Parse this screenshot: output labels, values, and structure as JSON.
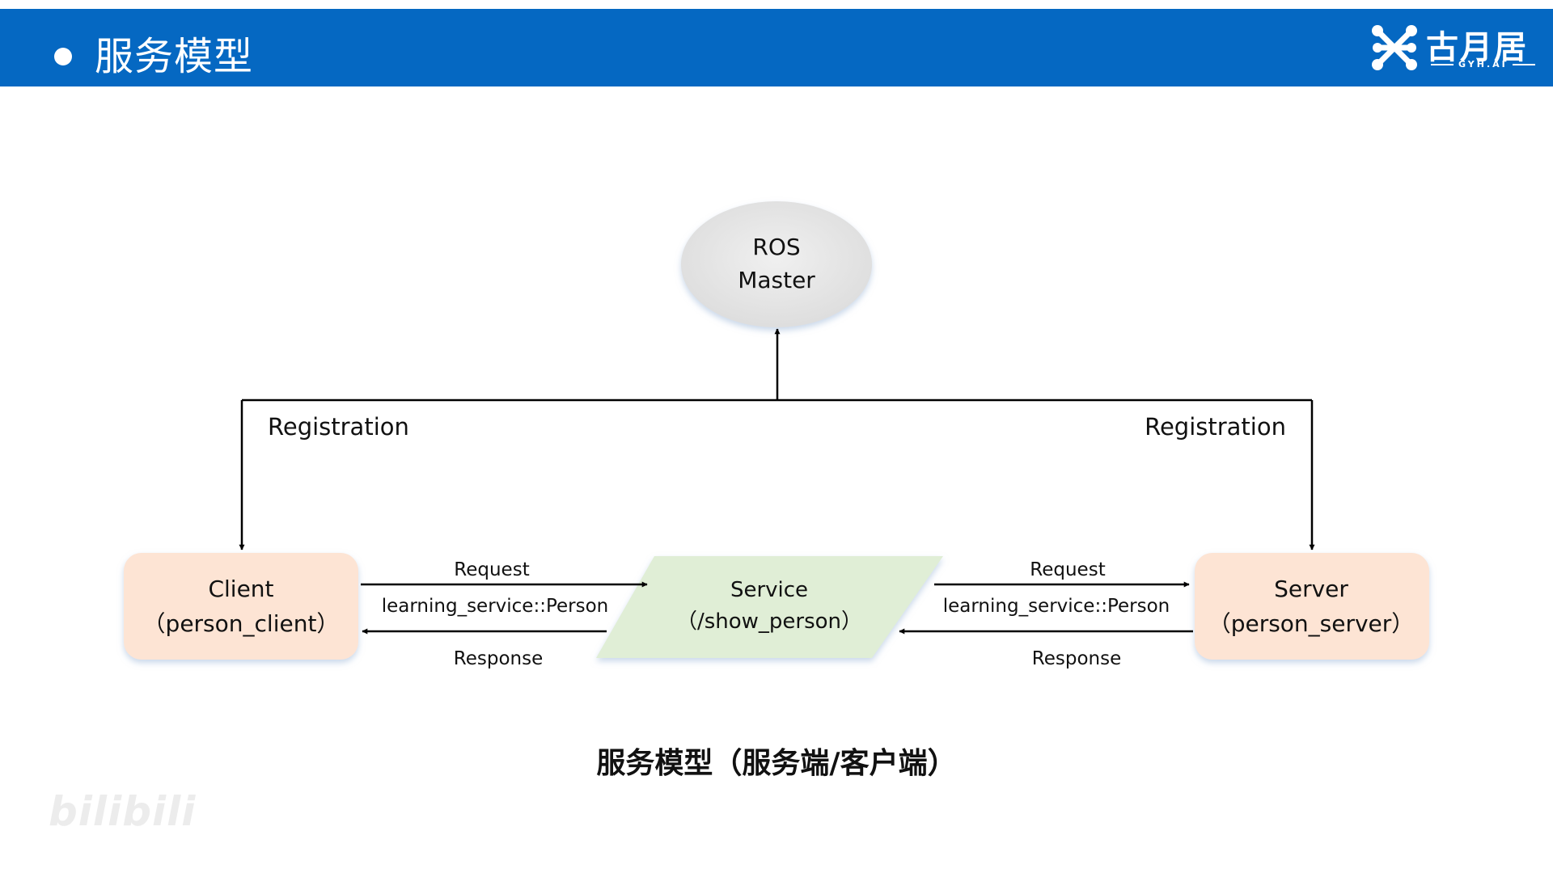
{
  "header": {
    "title": "服务模型"
  },
  "logo": {
    "name": "古月居",
    "sub": "GYH.AI"
  },
  "diagram": {
    "master": {
      "line1": "ROS",
      "line2": "Master"
    },
    "registration_left": "Registration",
    "registration_right": "Registration",
    "client": {
      "line1": "Client",
      "line2": "（person_client）"
    },
    "service": {
      "line1": "Service",
      "line2": "（/show_person）"
    },
    "server": {
      "line1": "Server",
      "line2": "（person_server）"
    },
    "left_request": "Request",
    "left_type": "learning_service::Person",
    "left_response": "Response",
    "right_request": "Request",
    "right_type": "learning_service::Person",
    "right_response": "Response"
  },
  "caption": "服务模型（服务端/客户端）",
  "watermark": "bilibili",
  "colors": {
    "header_bg": "#0568c2",
    "node_peach": "#fde4d4",
    "service_green": "#e0eed6",
    "master_gray": "#e6e6e6"
  }
}
